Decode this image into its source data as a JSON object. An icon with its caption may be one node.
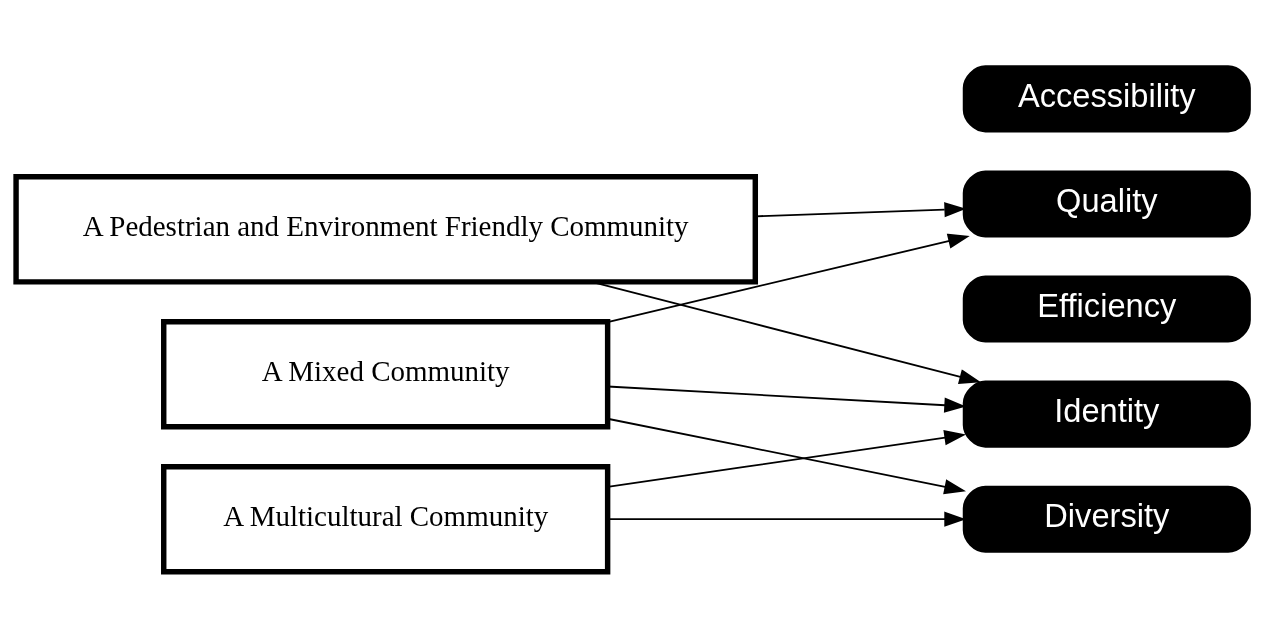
{
  "diagram": {
    "nodes": [
      {
        "text": [
          "A Pedestrian and Environment Friendly Community"
        ]
      },
      {
        "text": [
          "Accessibility"
        ]
      },
      {
        "text": [
          "Quality"
        ]
      },
      {
        "text": [
          "Efficiency"
        ]
      },
      {
        "text": [
          "A Mixed Community"
        ]
      },
      {
        "text": [
          "Identity"
        ]
      },
      {
        "text": [
          "Diversity"
        ]
      },
      {
        "text": [
          "A Multicultural Community"
        ]
      }
    ],
    "edges": [
      {
        "from": 0,
        "to": 2,
        "arrow": "to"
      },
      {
        "from": 4,
        "to": 2,
        "arrow": "to"
      },
      {
        "from": 4,
        "to": 6,
        "arrow": "to"
      },
      {
        "from": 7,
        "to": 6,
        "arrow": "to"
      },
      {
        "from": 0,
        "to": 5,
        "arrow": "to"
      },
      {
        "from": 4,
        "to": 5,
        "arrow": "to"
      },
      {
        "from": 7,
        "to": 5,
        "arrow": "to"
      }
    ]
  }
}
